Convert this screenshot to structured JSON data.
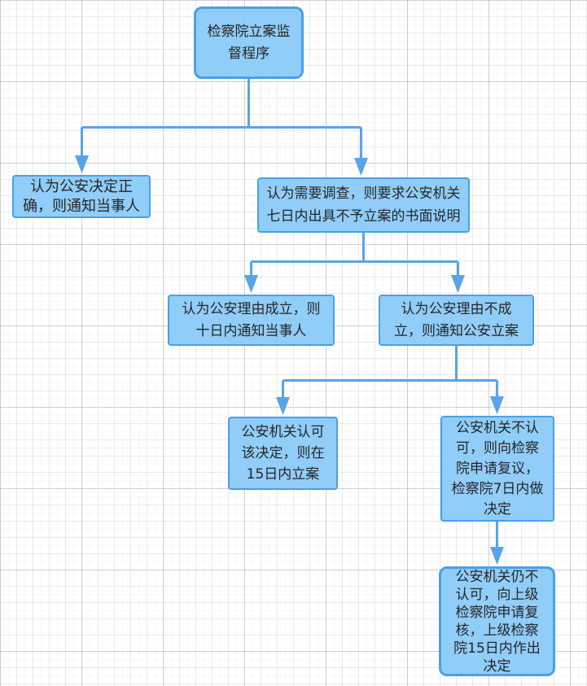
{
  "palette": {
    "node_fill": "#90cdf8",
    "node_border": "#4aa0e8",
    "connector": "#58a4e8",
    "text": "#262626",
    "canvas_background": "#ffffff",
    "grid_line": "#ebebeb"
  },
  "diagram": {
    "title": "检察院立案监督程序",
    "nodes": [
      {
        "id": "root",
        "label": "检察院立案监\n督程序"
      },
      {
        "id": "notify-correct",
        "label": "认为公安决定正\n确，则通知当事人"
      },
      {
        "id": "require-written",
        "label": "认为需要调查，则要求公安机关\n七日内出具不予立案的书面说明"
      },
      {
        "id": "reason-valid",
        "label": "认为公安理由成立，则\n十日内通知当事人"
      },
      {
        "id": "reason-invalid",
        "label": "认为公安理由不成\n立，则通知公安立案"
      },
      {
        "id": "police-accept",
        "label": "公安机关认可\n该决定，则在\n15日内立案"
      },
      {
        "id": "police-reject",
        "label": "公安机关不认\n可，则向检察\n院申请复议，\n检察院7日内做\n决定"
      },
      {
        "id": "final-review",
        "label": "公安机关仍不\n认可，向上级\n检察院申请复\n核，上级检察\n院15日内作出\n决定"
      }
    ],
    "edges": [
      {
        "from": "root",
        "to": "notify-correct"
      },
      {
        "from": "root",
        "to": "require-written"
      },
      {
        "from": "require-written",
        "to": "reason-valid"
      },
      {
        "from": "require-written",
        "to": "reason-invalid"
      },
      {
        "from": "reason-invalid",
        "to": "police-accept"
      },
      {
        "from": "reason-invalid",
        "to": "police-reject"
      },
      {
        "from": "police-reject",
        "to": "final-review"
      }
    ]
  }
}
